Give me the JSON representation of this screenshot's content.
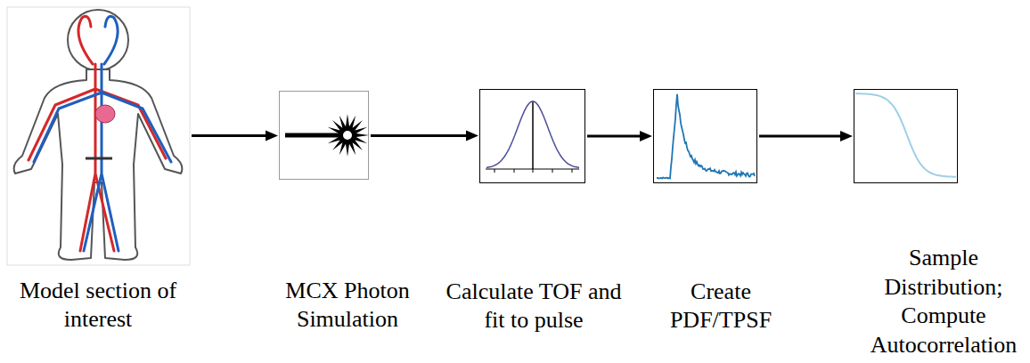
{
  "diagram": {
    "nodes": [
      {
        "text": [
          "Model section of interest"
        ]
      },
      {
        "text": [
          "MCX Photon Simulation"
        ]
      },
      {
        "text": [
          "Calculate TOF and fit to pulse"
        ]
      },
      {
        "text": [
          "Create PDF/TPSF"
        ]
      },
      {
        "text": [
          "Sample Distribution; Compute Autocorrelation"
        ]
      }
    ],
    "edges": [
      {
        "from": 0,
        "to": 1,
        "arrow": "to"
      },
      {
        "from": 1,
        "to": 2,
        "arrow": "to"
      },
      {
        "from": 2,
        "to": 3,
        "arrow": "to"
      },
      {
        "from": 3,
        "to": 4,
        "arrow": "to"
      }
    ]
  }
}
